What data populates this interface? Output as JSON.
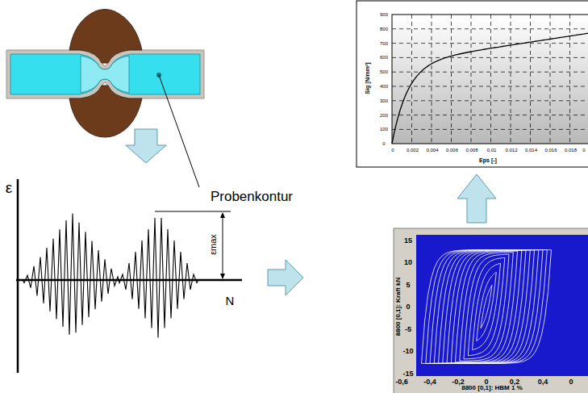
{
  "diagram": {
    "labels": [
      "Probenkontur",
      "ε",
      "εmax",
      "N",
      "900",
      "800",
      "700",
      "600",
      "500",
      "400",
      "300",
      "200",
      "100",
      "0",
      "0",
      "0,002",
      "0,004",
      "0,006",
      "0,008",
      "0,01",
      "0,012",
      "0,014",
      "0,016",
      "0,018",
      "0",
      "Sig [N/mm²]",
      "Eps [-]",
      "15",
      "10",
      "5",
      "0",
      "-5",
      "-10",
      "-15",
      "-0,6",
      "-0,4",
      "-0,2",
      "0",
      "0,2",
      "0,4",
      "0",
      "8800 [0,1]: Kraft kN",
      "8800 [0,1]: HBM 1 %"
    ]
  }
}
